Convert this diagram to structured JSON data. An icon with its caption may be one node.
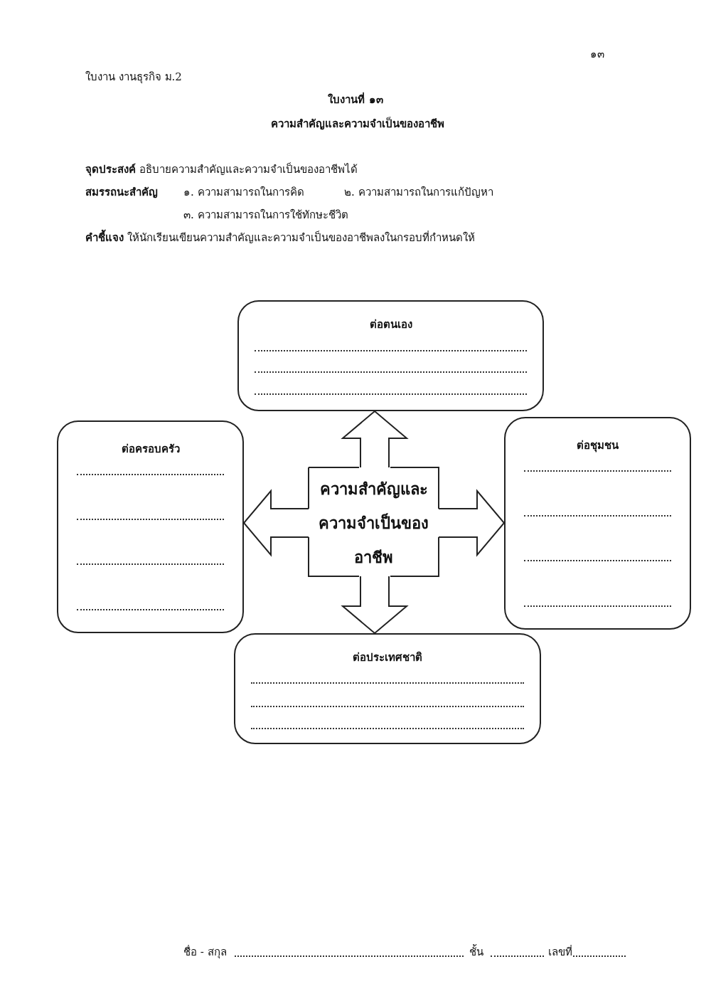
{
  "diagram": {
    "title": "ใบงานที่ ๑๓",
    "nodes": [
      {
        "text": [
          "ความสำคัญและความจำเป็นของอาชีพ"
        ]
      },
      {
        "text": [
          "ต่อตนเอง"
        ]
      },
      {
        "text": [
          "ต่อครอบครัว"
        ]
      },
      {
        "text": [
          "ต่อชุมชน"
        ]
      },
      {
        "text": [
          "ต่อประเทศชาติ"
        ]
      }
    ],
    "edges": [
      {
        "from": 0,
        "to": 1,
        "arrow": "to"
      },
      {
        "from": 0,
        "to": 2,
        "arrow": "to"
      },
      {
        "from": 0,
        "to": 3,
        "arrow": "to"
      },
      {
        "from": 0,
        "to": 4,
        "arrow": "to"
      }
    ],
    "labels": [
      "๑๓",
      "ใบงาน งานธุรกิจ ม.2",
      "ความสำคัญและความจำเป็นของอาชีพ",
      "**จุดประสงค์** อธิบายความสำคัญและความจำเป็นของอาชีพได้",
      "สมรรถนะสำคัญ",
      "๑. ความสามารถในการคิด",
      "๒. ความสามารถในการแก้ปัญหา",
      "๓. ความสามารถในการใช้ทักษะชีวิต",
      "**คำชี้แจง** ให้นักเรียนเขียนความสำคัญและความจำเป็นของอาชีพลงในกรอบที่กำหนดให้",
      "ชื่อ - สกุล",
      "ชั้น",
      "เลขที่"
    ]
  }
}
